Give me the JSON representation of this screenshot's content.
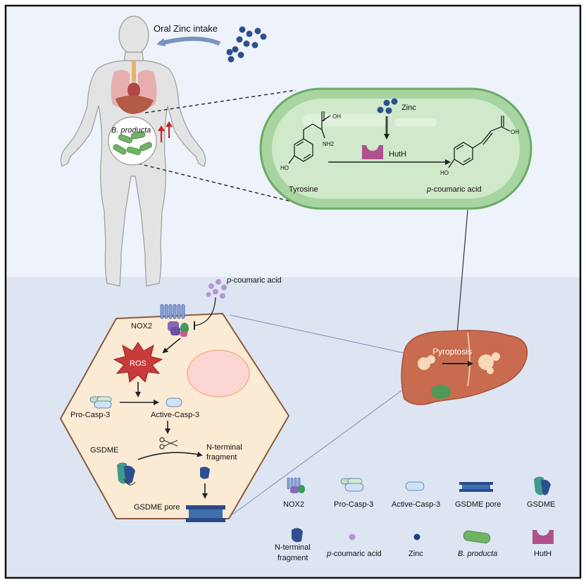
{
  "top": {
    "oral_zinc_intake": "Oral Zinc intake",
    "b_producta_label": "B. producta"
  },
  "bacterium": {
    "zinc": "Zinc",
    "huth": "HutH",
    "tyrosine": "Tyrosine",
    "coumaric_prefix": "p",
    "coumaric_rest": "-coumaric acid",
    "oh_top_left": "OH",
    "nh2": "NH2",
    "ho_left": "HO",
    "oh_top_right": "OH",
    "ho_right": "HO"
  },
  "cell": {
    "coumaric_prefix": "p",
    "coumaric_rest": "-coumaric acid",
    "nox2": "NOX2",
    "ros": "ROS",
    "pro_casp3": "Pro-Casp-3",
    "active_casp3": "Active-Casp-3",
    "gsdme": "GSDME",
    "n_terminal_line1": "N-terminal",
    "n_terminal_line2": "fragment",
    "gsdme_pore": "GSDME pore"
  },
  "liver": {
    "pyroptosis": "Pyroptosis"
  },
  "legend": {
    "nox2": "NOX2",
    "pro_casp3": "Pro-Casp-3",
    "active_casp3": "Active-Casp-3",
    "gsdme_pore": "GSDME pore",
    "gsdme": "GSDME",
    "n_terminal_line1": "N-terminal",
    "n_terminal_line2": "fragment",
    "coumaric_prefix": "p",
    "coumaric_rest": "-coumaric acid",
    "zinc": "Zinc",
    "b_producta": "B. producta",
    "huth": "HutH"
  },
  "colors": {
    "top_bg": "#eef2fb",
    "bottom_bg": "#dde5f3",
    "bacterium_fill": "#c9e5c4",
    "bacterium_stroke": "#7fbf7a",
    "zinc": "#2d4f8f",
    "coumaric": "#b596cf",
    "huth": "#b0508f",
    "cell_fill": "#fcebd4",
    "cell_stroke": "#8a5a3c",
    "liver": "#c86b4f",
    "ros": "#c83b3b",
    "arrow_red": "#c62828"
  }
}
